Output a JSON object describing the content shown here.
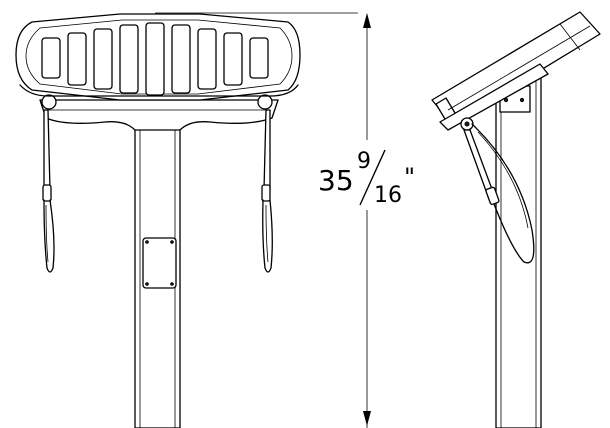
{
  "dimension": {
    "whole": "35",
    "numerator": "9",
    "denominator": "16",
    "unit": "\""
  }
}
